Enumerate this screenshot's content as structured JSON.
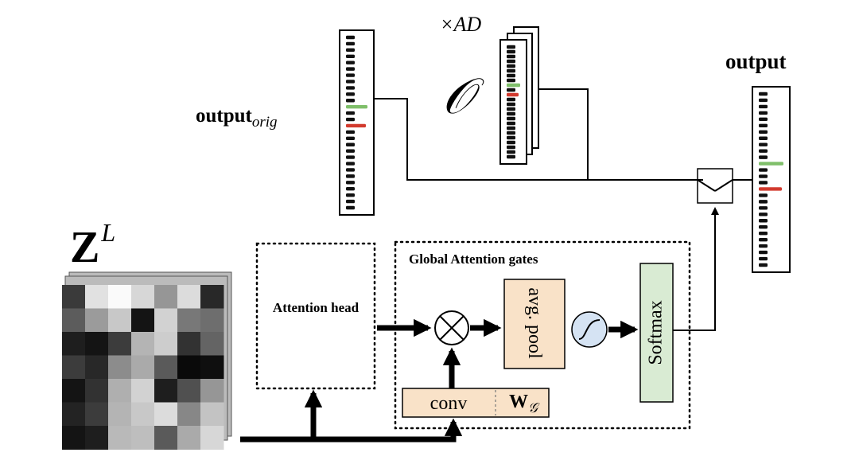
{
  "labels": {
    "input": "Z",
    "input_sup": "L",
    "output_orig": "output",
    "output_orig_sub": "orig",
    "output": "output",
    "ensemble_symbol": "𝒪",
    "ensemble_count": "×AD",
    "attention_head": "Attention head",
    "gates_title": "Global Attention gates",
    "avg_pool": "avg. pool",
    "softmax": "Softmax",
    "conv": "conv",
    "weight": "W",
    "weight_sub": "𝒢"
  },
  "colors": {
    "node_fill": "#f9e2c8",
    "softmax_fill": "#d9ebd3",
    "sigmoid_fill": "#d5e3f3",
    "highlight_green": "#7fbf6a",
    "highlight_red": "#d23a2e"
  },
  "icons": {
    "multiply": "circled-times-icon",
    "activation": "sigmoid-icon",
    "gate": "switch-gate-icon"
  }
}
